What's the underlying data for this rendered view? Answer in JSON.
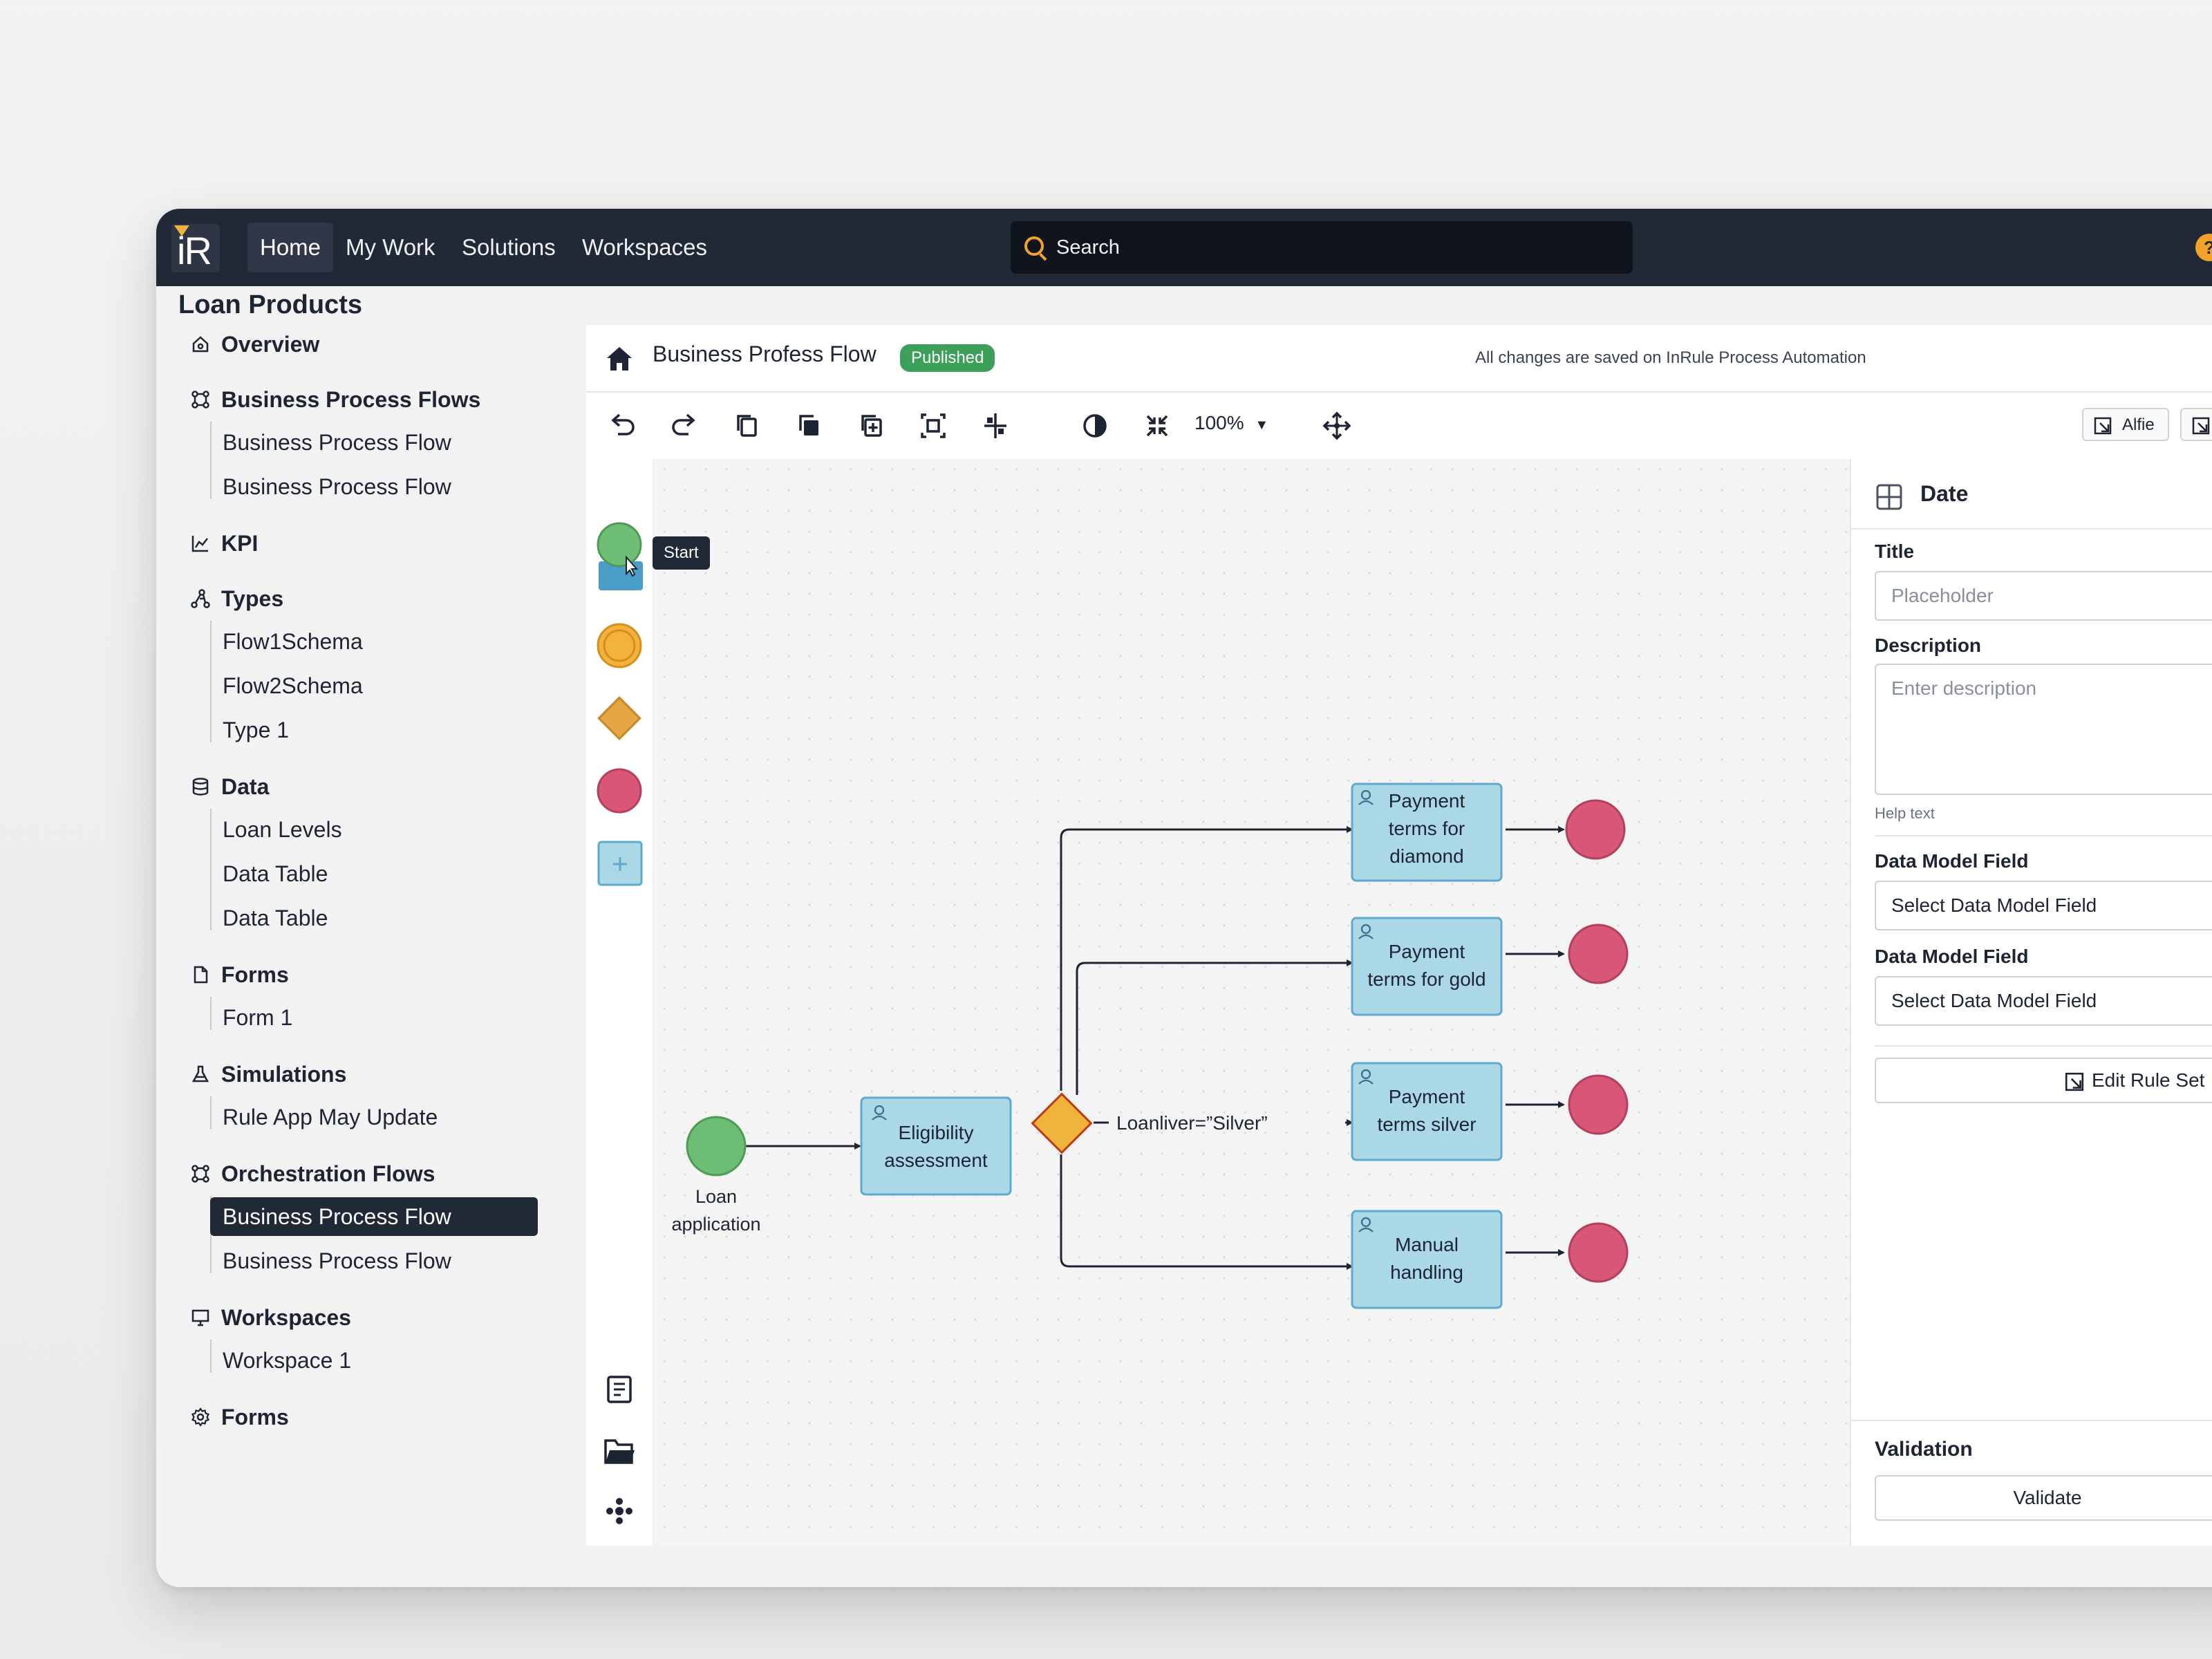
{
  "nav": {
    "logo": "iR",
    "items": [
      "Home",
      "My Work",
      "Solutions",
      "Workspaces"
    ],
    "search_placeholder": "Search",
    "help": "?"
  },
  "sidebar": {
    "title": "Loan Products",
    "overview": "Overview",
    "sections": {
      "bpf": "Business Process Flows",
      "kpi": "KPI",
      "types": "Types",
      "data": "Data",
      "forms": "Forms",
      "simulations": "Simulations",
      "orchestration": "Orchestration Flows",
      "workspaces": "Workspaces",
      "forms2": "Forms"
    },
    "bpf_items": [
      "Business Process Flow",
      "Business Process Flow"
    ],
    "types_items": [
      "Flow1Schema",
      "Flow2Schema",
      "Type 1"
    ],
    "data_items": [
      "Loan Levels",
      "Data Table",
      "Data Table"
    ],
    "forms_items": [
      "Form 1"
    ],
    "simulations_items": [
      "Rule App May Update"
    ],
    "orchestration_items": [
      "Business Process Flow",
      "Business Process Flow"
    ],
    "workspaces_items": [
      "Workspace 1"
    ]
  },
  "header": {
    "title": "Business Profess Flow",
    "status": "Published",
    "saved": "All changes are saved on InRule Process Automation"
  },
  "toolbar": {
    "zoom": "100%",
    "user_button": "Alfie"
  },
  "palette": {
    "tooltip": "Start"
  },
  "diagram": {
    "start_label": "Loan application",
    "start_label_lines": [
      "Loan",
      "application"
    ],
    "task_eligibility": [
      "Eligibility",
      "assessment"
    ],
    "task_diamond": [
      "Payment",
      "terms for",
      "diamond"
    ],
    "task_gold": [
      "Payment",
      "terms for gold"
    ],
    "task_silver": [
      "Payment",
      "terms silver"
    ],
    "task_manual": [
      "Manual",
      "handling"
    ],
    "condition": "Loanliver=”Silver”"
  },
  "props": {
    "title": "Date",
    "title_label": "Title",
    "title_placeholder": "Placeholder",
    "desc_label": "Description",
    "desc_placeholder": "Enter description",
    "help_text": "Help text",
    "dmf_label_1": "Data Model Field",
    "dmf_value_1": "Select Data Model Field",
    "dmf_label_2": "Data Model Field",
    "dmf_value_2": "Select Data Model Field",
    "edit_rule_set": "Edit Rule Set",
    "validation_title": "Validation",
    "validate": "Validate"
  },
  "colors": {
    "nav_bg": "#212836",
    "start_green": "#6dbd74",
    "end_red": "#d85776",
    "task_blue": "#abd8e6",
    "gateway_orange": "#f2b33d",
    "published_green": "#3da05a"
  }
}
